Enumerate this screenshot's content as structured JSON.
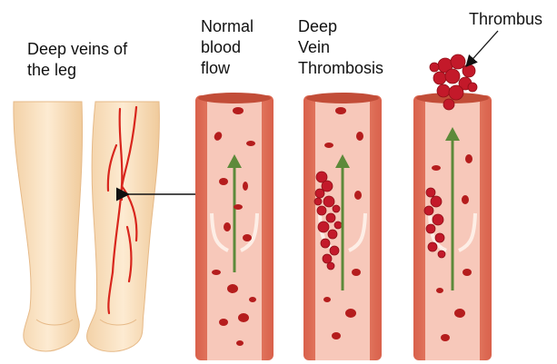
{
  "labels": {
    "legs": "Deep veins of\nthe leg",
    "normal": "Normal\nblood\nflow",
    "dvt": "Deep\nVein\nThrombosis",
    "thrombus": "Thrombus"
  },
  "colors": {
    "skin": "#fbe6c8",
    "skin_shadow": "#f0cfa4",
    "vessel_wall": "#e9826a",
    "vessel_lumen": "#f7c8ba",
    "vein_red": "#d8261d",
    "blood_cell": "#b51d1d",
    "clot": "#c3192a",
    "arrow_green": "#5d8a3a",
    "valve": "#fdeee6"
  },
  "icons": {
    "flow_arrow": "up-arrow-icon",
    "pointer_arrow": "left-arrow-icon"
  }
}
